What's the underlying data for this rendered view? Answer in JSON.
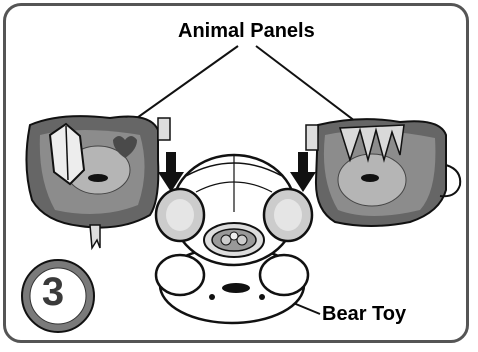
{
  "labels": {
    "animal_panels": "Animal Panels",
    "bear_toy": "Bear Toy"
  },
  "step": {
    "number": "3"
  },
  "colors": {
    "frame": "#555555",
    "panel_dark": "#666666",
    "panel_mid": "#8c8c8c",
    "panel_light": "#b5b5b5",
    "bear_body": "#ffffff",
    "outline": "#111111",
    "arrow": "#111111",
    "badge_ring": "#7a7a7a"
  }
}
